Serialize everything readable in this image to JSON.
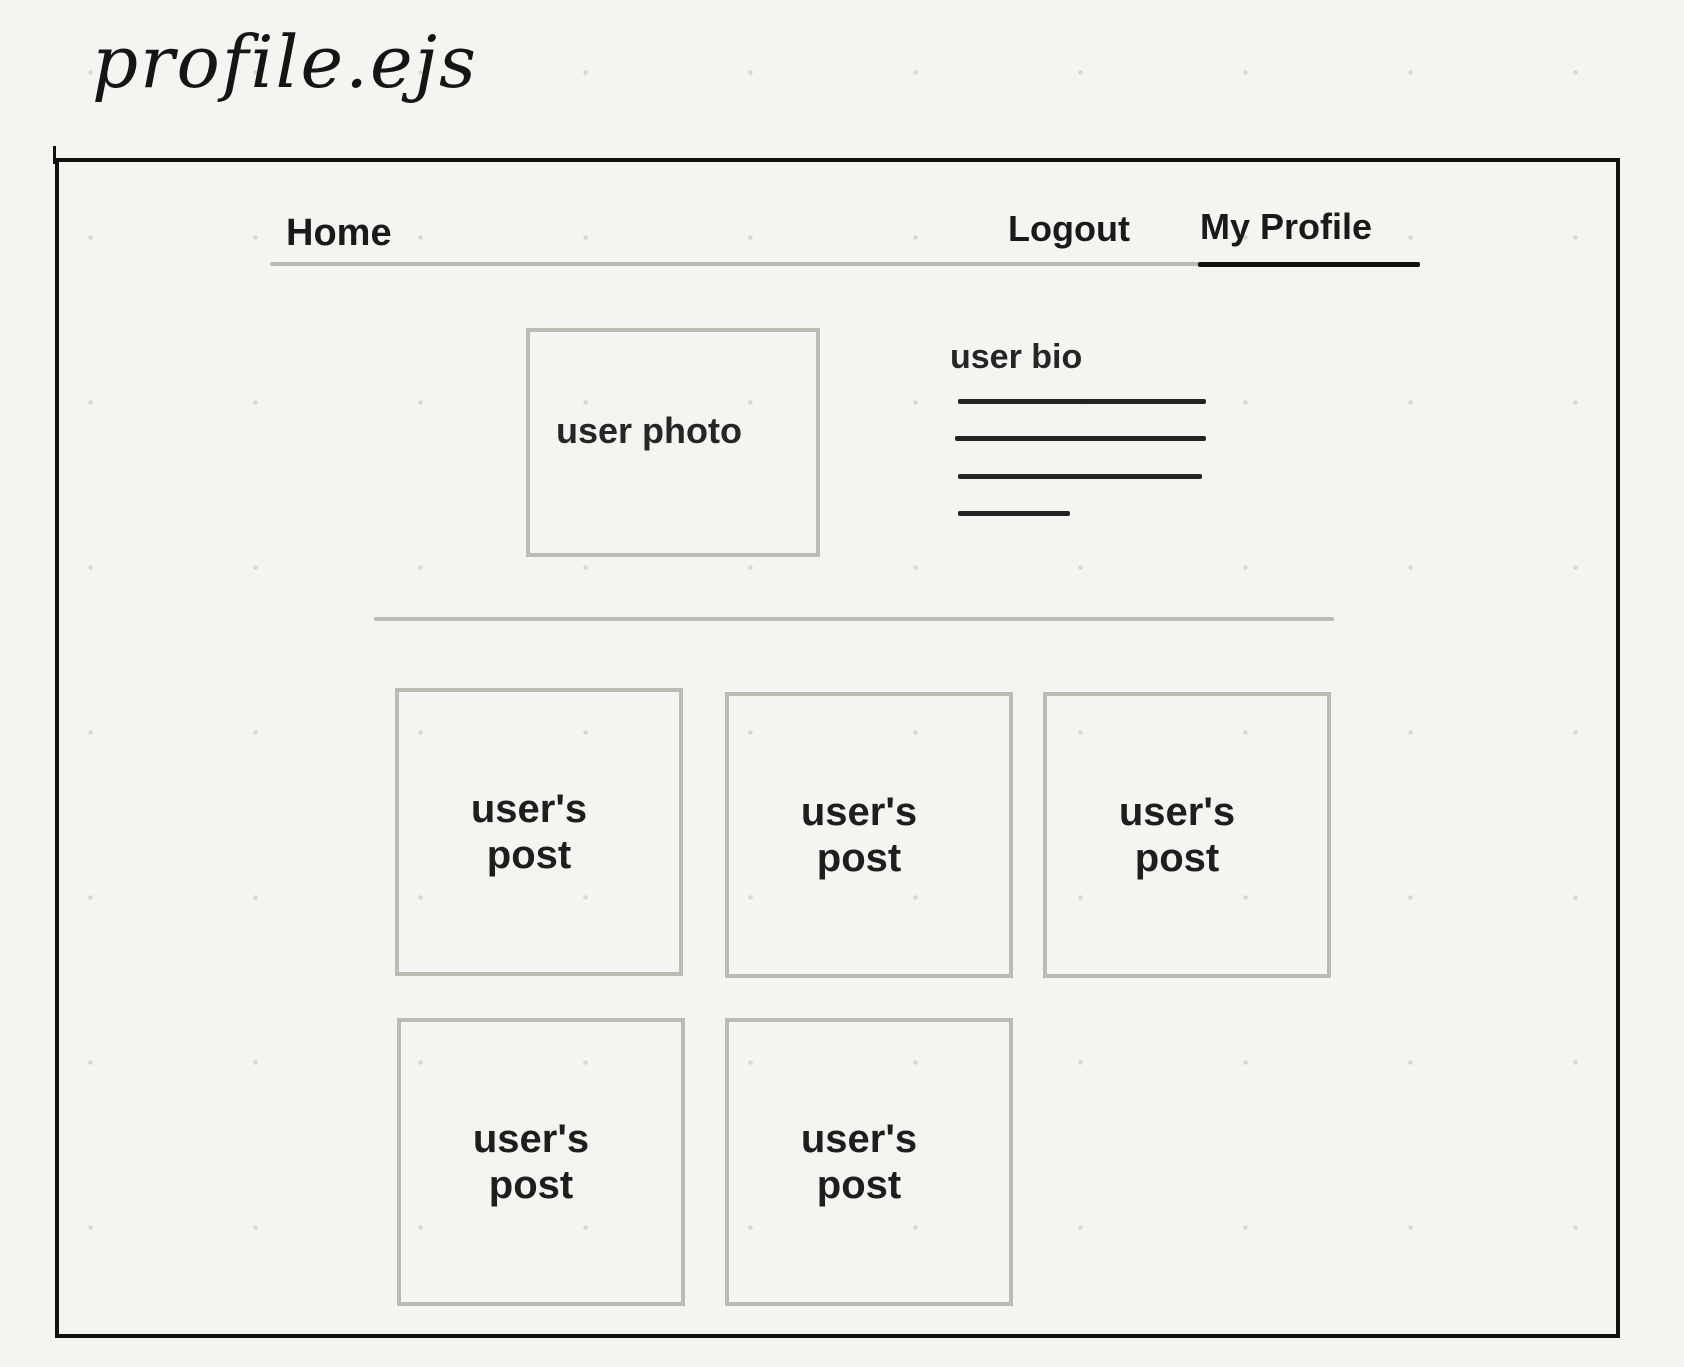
{
  "title": "profile.ejs",
  "nav": {
    "home": "Home",
    "logout": "Logout",
    "profile": "My Profile"
  },
  "profile": {
    "photo_label": "user photo",
    "bio_label": "user bio",
    "bio_line_count": 4
  },
  "posts": [
    {
      "label": "user's post"
    },
    {
      "label": "user's post"
    },
    {
      "label": "user's post"
    },
    {
      "label": "user's post"
    },
    {
      "label": "user's post"
    }
  ],
  "colors": {
    "frame": "#111111",
    "box_outline": "#bdbab2",
    "background": "#f4f4f0"
  }
}
